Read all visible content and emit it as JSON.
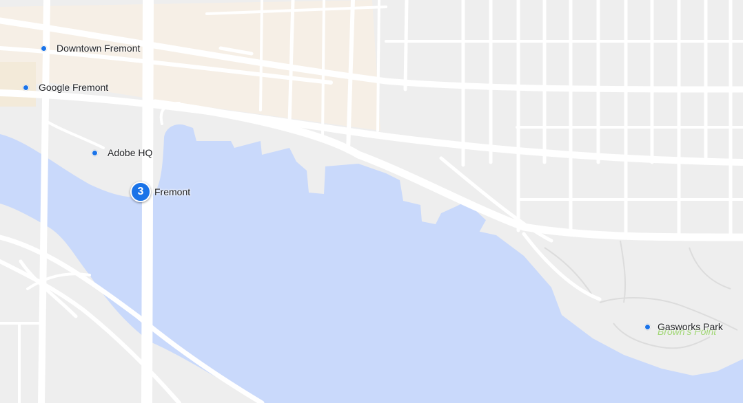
{
  "map": {
    "colors": {
      "land": "#eeeeee",
      "water": "#c9d9fb",
      "road": "#ffffff",
      "urban": "#f6efe6",
      "poi_dot": "#1a73e8",
      "park_label": "#93d35e"
    },
    "cluster": {
      "count": "3",
      "label": "Fremont"
    },
    "pois": [
      {
        "label": "Downtown Fremont"
      },
      {
        "label": "Google Fremont"
      },
      {
        "label": "Adobe HQ"
      },
      {
        "label": "Gasworks Park"
      }
    ],
    "area_labels": {
      "park": "Brown's Point"
    }
  }
}
